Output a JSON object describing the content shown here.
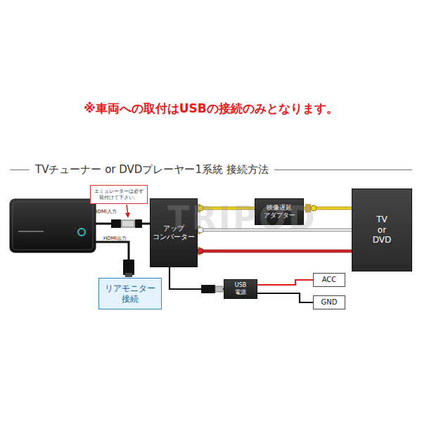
{
  "diagram": {
    "title": "TVチューナー or DVDプレーヤー1系統 接続方法",
    "nodes": [
      {
        "text": [
          "エミュレーターは必ず 取付けて下さい。"
        ]
      },
      {
        "text": [
          "アップ コンバーター"
        ]
      },
      {
        "text": [
          "映像遅延 アダプター"
        ]
      },
      {
        "text": [
          "TV or DVD"
        ]
      },
      {
        "text": [
          "リアモニター 接続"
        ]
      },
      {
        "text": [
          "USB 電源"
        ]
      },
      {
        "text": [
          "ACC"
        ]
      },
      {
        "text": [
          "GND"
        ]
      }
    ],
    "edges": [
      {
        "from": 1,
        "to": 2,
        "arrow": "none"
      },
      {
        "from": 2,
        "to": 3,
        "arrow": "none"
      },
      {
        "from": 1,
        "to": 3,
        "arrow": "none"
      },
      {
        "from": 1,
        "to": 3,
        "arrow": "none"
      },
      {
        "from": 1,
        "to": 5,
        "arrow": "none"
      },
      {
        "from": 5,
        "to": 6,
        "arrow": "none"
      },
      {
        "from": 5,
        "to": 7,
        "arrow": "none"
      }
    ],
    "labels": [
      "※車両への取付はUSBの接続のみとなります。",
      "TRIPOD",
      "HDMI入力",
      "HDMI出力"
    ]
  }
}
